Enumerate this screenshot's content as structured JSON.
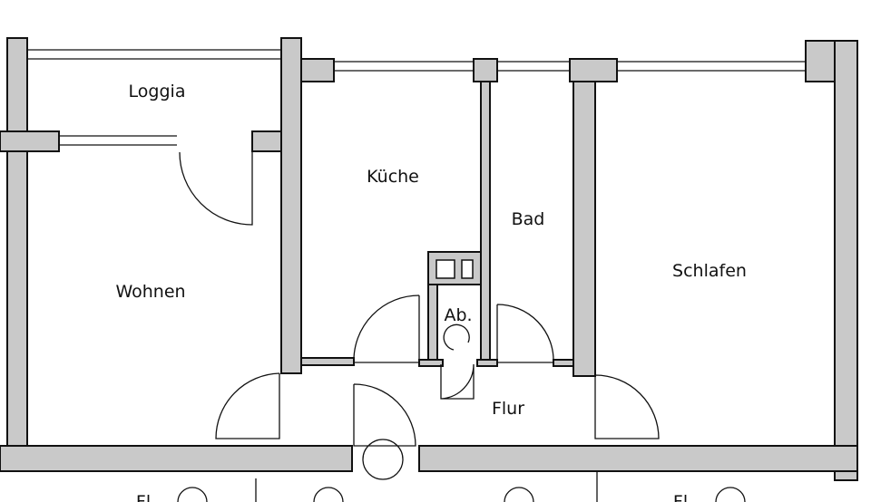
{
  "rooms": {
    "loggia": "Loggia",
    "kitchen": "Küche",
    "bath": "Bad",
    "bedroom": "Schlafen",
    "living": "Wohnen",
    "hall": "Flur",
    "shaft": "Ab."
  },
  "footer_labels": [
    "Fl",
    "Fl"
  ],
  "colors": {
    "wall": "#c9c9c9",
    "line": "#111111"
  }
}
